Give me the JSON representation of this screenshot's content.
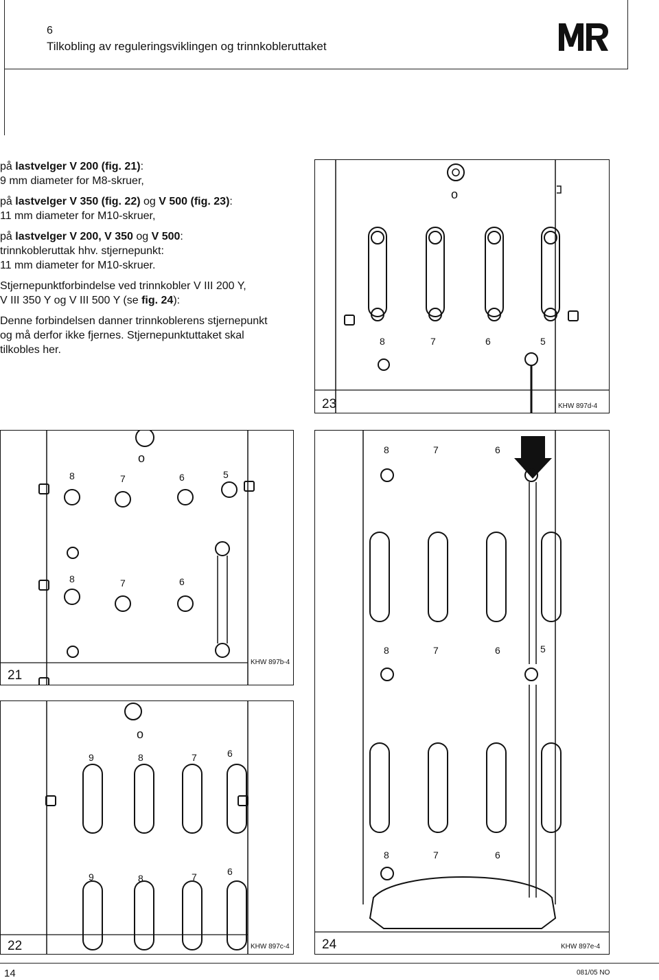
{
  "header": {
    "section_number": "6",
    "section_title": "Tilkobling av reguleringsviklingen og trinnkobleruttaket",
    "logo_text": "MR"
  },
  "body": {
    "p1_pre": "på ",
    "p1_bold": "lastvelger V 200 (fig. 21)",
    "p1_post": ":",
    "p1_line2": "9 mm diameter for M8-skruer,",
    "p2_pre": "på ",
    "p2_bold1": "lastvelger V 350 (fig. 22)",
    "p2_mid": " og ",
    "p2_bold2": "V 500 (fig. 23)",
    "p2_post": ":",
    "p2_line2": "11 mm diameter for M10-skruer,",
    "p3_pre": "på ",
    "p3_bold1": "lastvelger V 200, V 350",
    "p3_mid": " og ",
    "p3_bold2": "V 500",
    "p3_post": ":",
    "p3_line2": "trinnkobleruttak hhv. stjernepunkt:",
    "p3_line3": "11 mm diameter for M10-skruer.",
    "p4_line1": "Stjernepunktforbindelse ved trinnkobler V III 200 Y,",
    "p4_line2_pre": "V III 350 Y og V III 500 Y (se ",
    "p4_line2_bold": "fig. 24",
    "p4_line2_post": "):",
    "p5_line1": "Denne forbindelsen danner trinnkoblerens stjernepunkt",
    "p5_line2": "og må derfor ikke fjernes. Stjernepunktuttaket skal",
    "p5_line3": "tilkobles her."
  },
  "figures": {
    "fig23": {
      "number": "23",
      "code": "KHW 897d-4",
      "o_label": "o",
      "labels": [
        "8",
        "7",
        "6",
        "5"
      ]
    },
    "fig21": {
      "number": "21",
      "code": "KHW 897b-4",
      "o_label": "o",
      "labels_top": [
        "8",
        "7",
        "6",
        "5"
      ],
      "labels_mid": [
        "8",
        "7",
        "6"
      ]
    },
    "fig22": {
      "number": "22",
      "code": "KHW 897c-4",
      "o_label": "o",
      "labels_top": [
        "9",
        "8",
        "7",
        "6"
      ],
      "labels_bottom": [
        "9",
        "8",
        "7",
        "6"
      ]
    },
    "fig24": {
      "number": "24",
      "code": "KHW 897e-4",
      "labels_top": [
        "8",
        "7",
        "6"
      ],
      "labels_mid": [
        "8",
        "7",
        "6",
        "5"
      ],
      "labels_bottom": [
        "8",
        "7",
        "6"
      ]
    }
  },
  "footer": {
    "page_number": "14",
    "doc_code": "081/05 NO"
  }
}
